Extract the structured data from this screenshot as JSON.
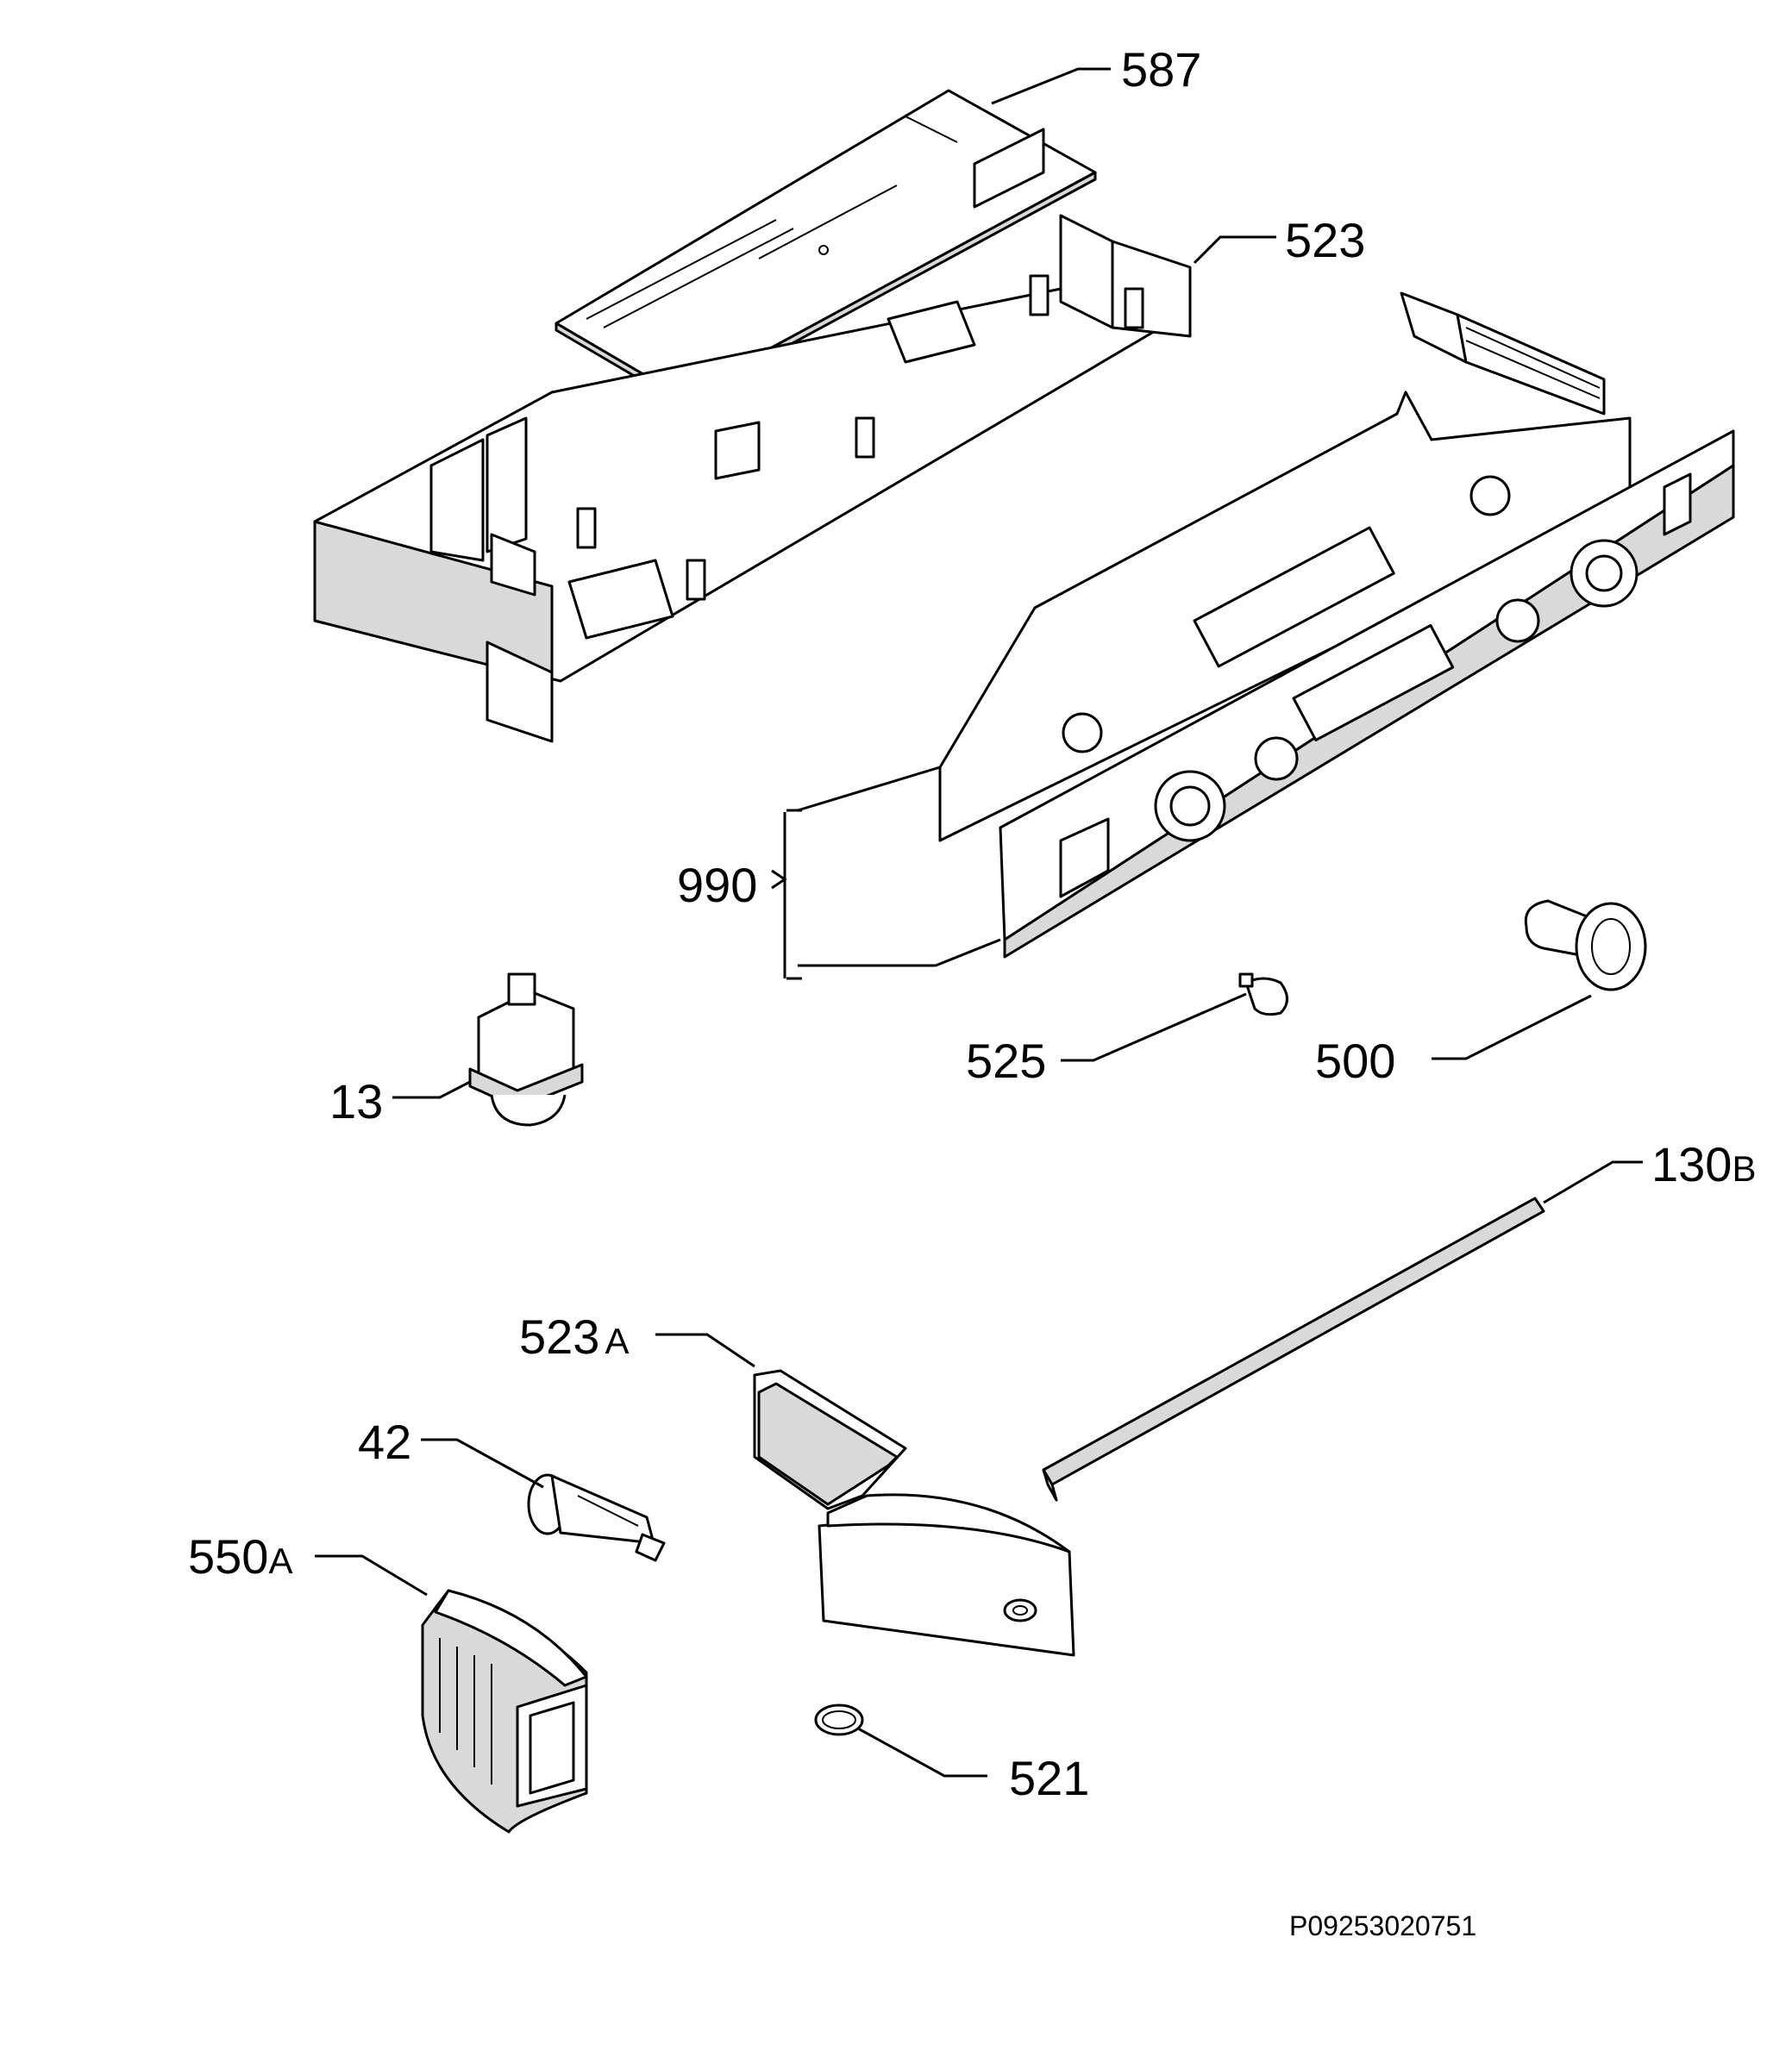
{
  "callouts": {
    "p587": "587",
    "p523": "523",
    "p990": "990",
    "p525": "525",
    "p500": "500",
    "p13": "13",
    "p130": "130",
    "p130_suffix": "B",
    "p523a": "523",
    "p523a_suffix": "A",
    "p42": "42",
    "p550a": "550",
    "p550a_suffix": "A",
    "p521": "521"
  },
  "drawing_code": "P09253020751"
}
